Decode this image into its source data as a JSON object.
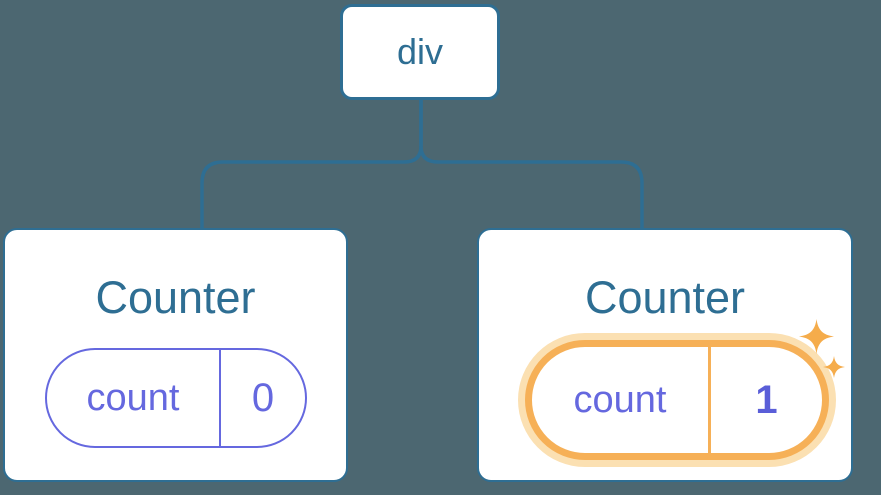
{
  "colors": {
    "bg": "#4C6771",
    "blue": "#2E6E93",
    "purple": "#6568DF",
    "purple-strong": "#5A5ED8",
    "orange": "#F6B057",
    "orange-pale": "#FBE0B2",
    "sparkle": "#F5AC4B",
    "card-bg": "#FFFFFF"
  },
  "tree": {
    "root": {
      "label": "div"
    },
    "children": [
      {
        "title": "Counter",
        "state": {
          "key": "count",
          "value": "0"
        },
        "highlighted": false
      },
      {
        "title": "Counter",
        "state": {
          "key": "count",
          "value": "1"
        },
        "highlighted": true,
        "badge_icon": "sparkle-icon"
      }
    ]
  }
}
